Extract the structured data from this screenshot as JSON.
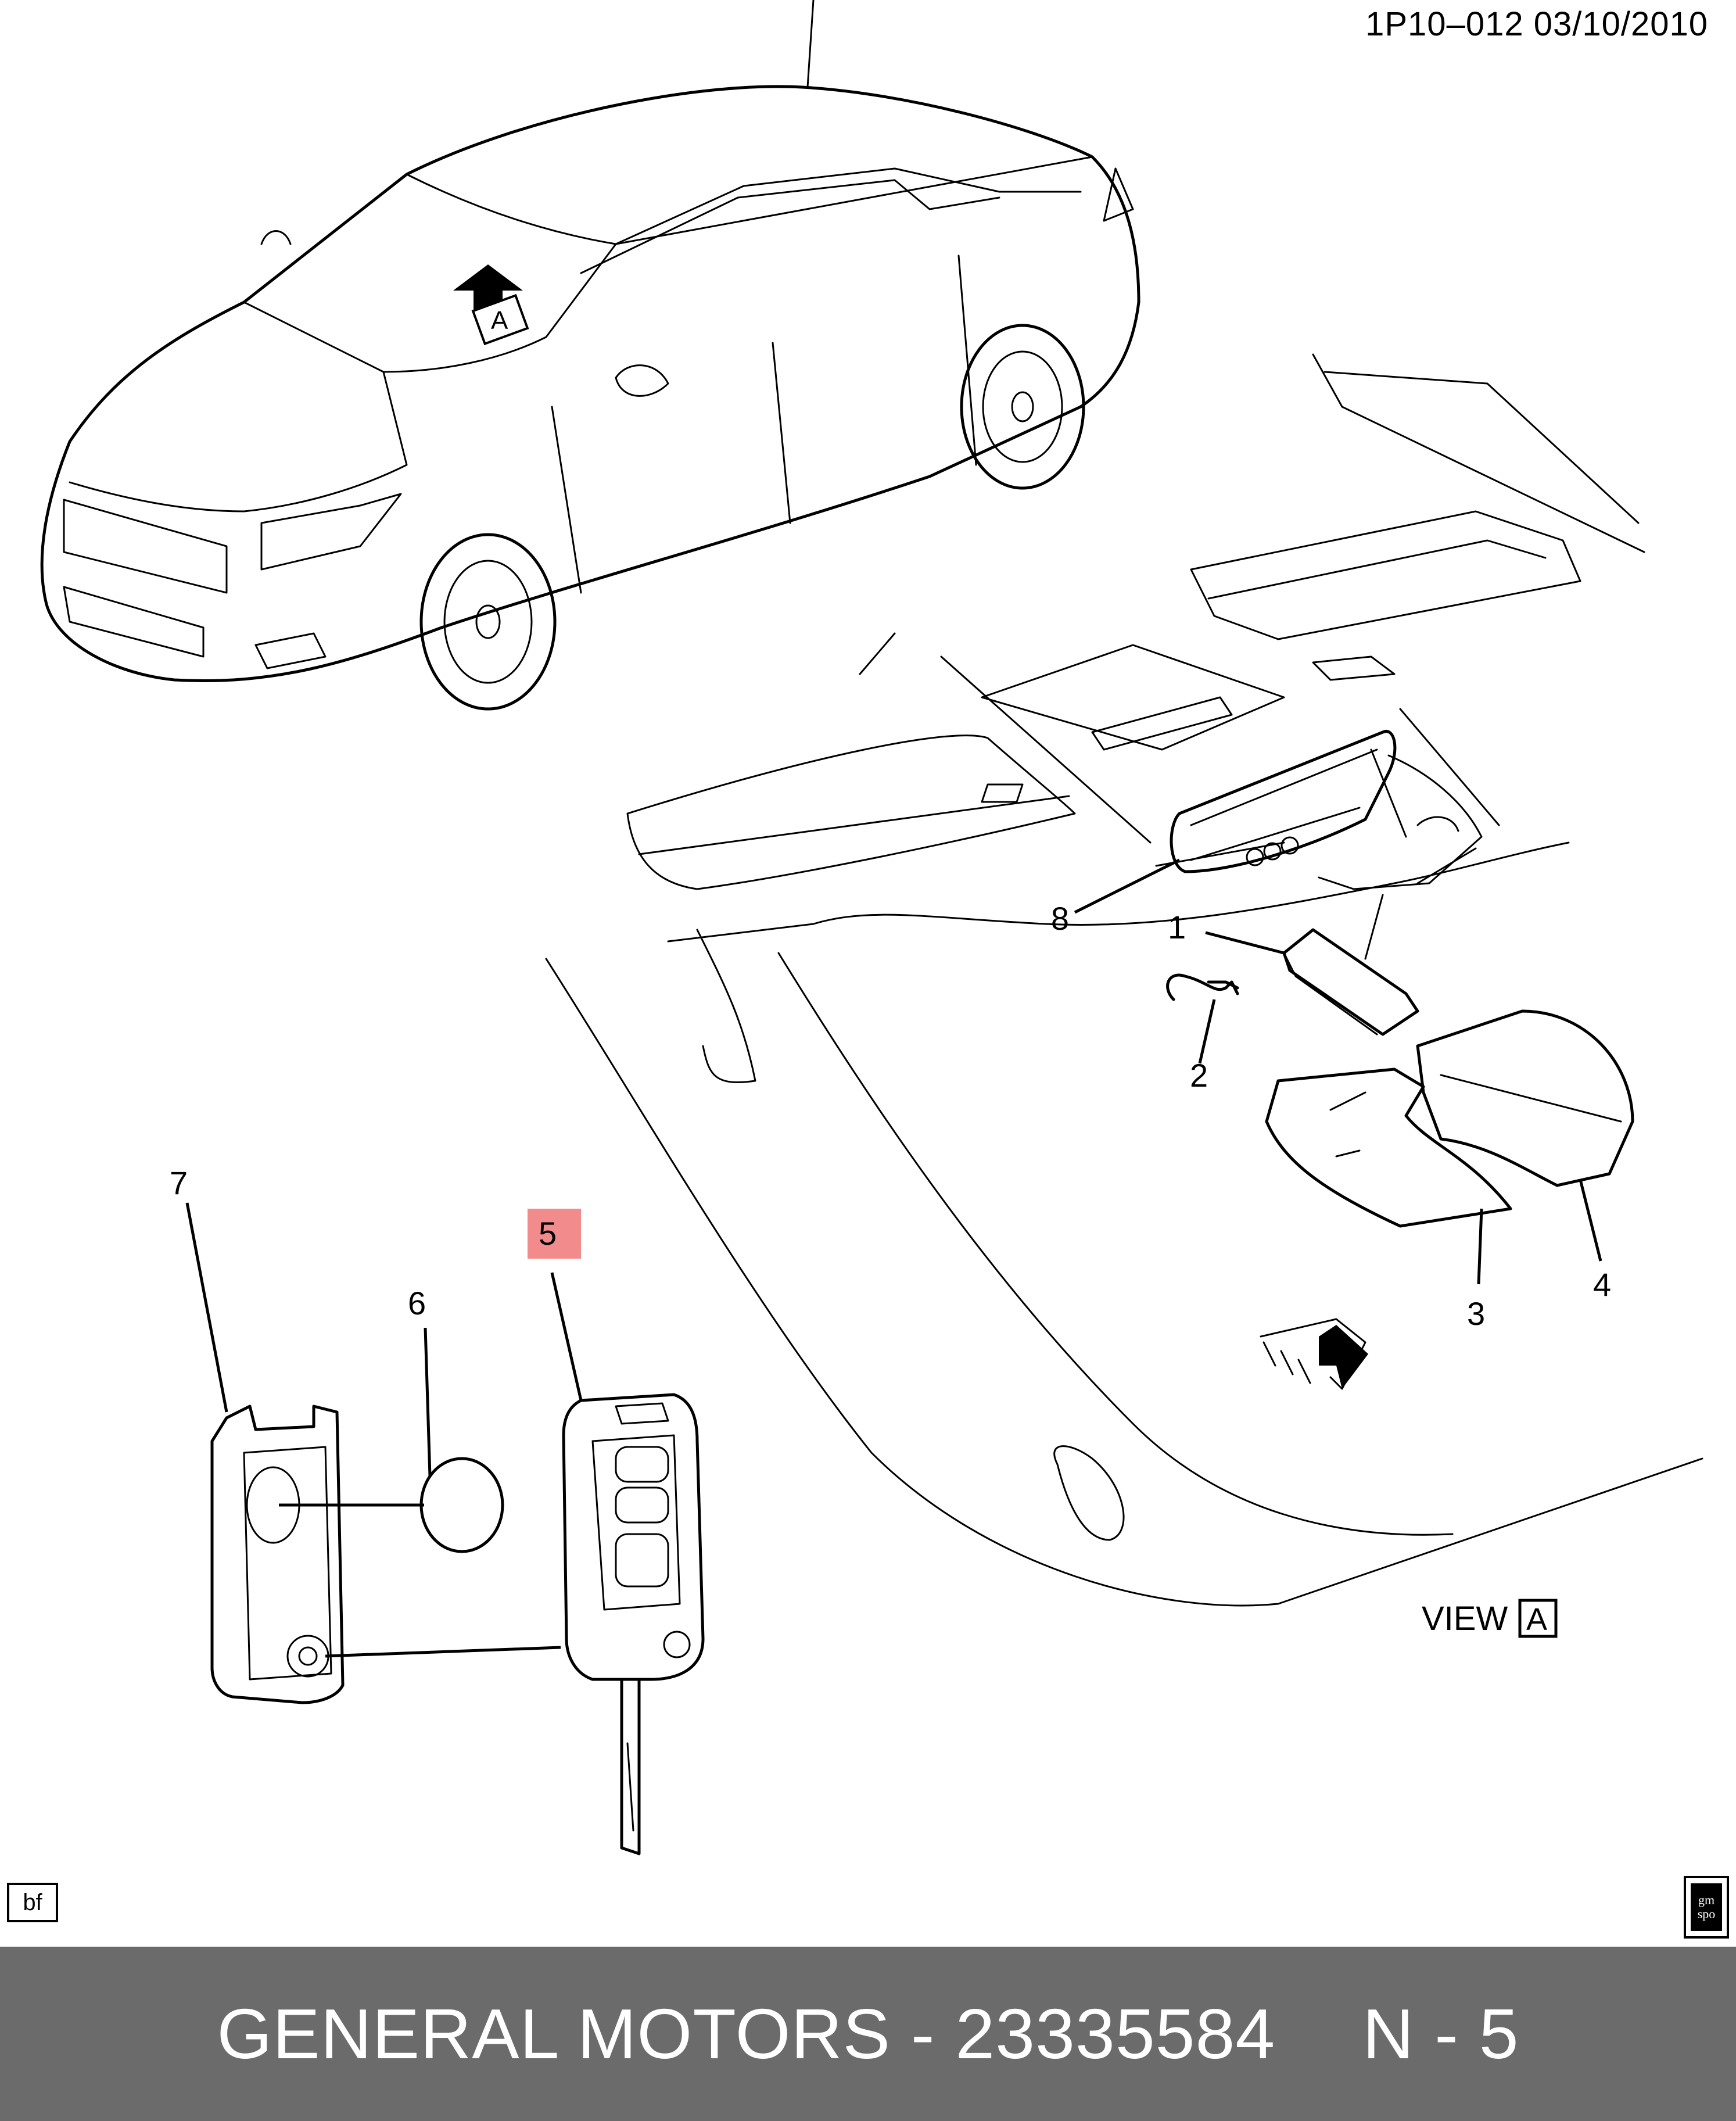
{
  "header": {
    "drawing_code": "1P10–012  03/10/2010"
  },
  "view": {
    "word": "VIEW",
    "letter": "A"
  },
  "arrow_label": "A",
  "callouts": {
    "c1": "1",
    "c2": "2",
    "c3": "3",
    "c4": "4",
    "c5": "5",
    "c6": "6",
    "c7": "7",
    "c8": "8"
  },
  "highlight_color": "#f28b8b",
  "corner_tag": "bf",
  "logo": {
    "line1": "gm",
    "line2": "spo"
  },
  "footer": {
    "brand_part": "GENERAL MOTORS - 23335584",
    "page": "N - 5"
  }
}
